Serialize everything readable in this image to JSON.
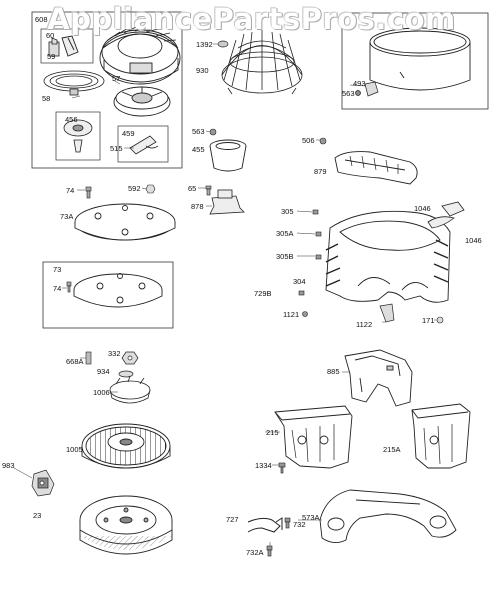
{
  "watermark": "AppliancePartsPros.com",
  "parts": [
    {
      "id": "p608",
      "label": "608"
    },
    {
      "id": "p60",
      "label": "60"
    },
    {
      "id": "p59",
      "label": "59"
    },
    {
      "id": "p57",
      "label": "57"
    },
    {
      "id": "p58",
      "label": "58"
    },
    {
      "id": "p456",
      "label": "456"
    },
    {
      "id": "p459",
      "label": "459"
    },
    {
      "id": "p515",
      "label": "515"
    },
    {
      "id": "p1392",
      "label": "1392"
    },
    {
      "id": "p930",
      "label": "930"
    },
    {
      "id": "p493",
      "label": "493"
    },
    {
      "id": "p563",
      "label": "563"
    },
    {
      "id": "p563b",
      "label": "563"
    },
    {
      "id": "p455",
      "label": "455"
    },
    {
      "id": "p506",
      "label": "506"
    },
    {
      "id": "p879",
      "label": "879"
    },
    {
      "id": "p74",
      "label": "74"
    },
    {
      "id": "p592",
      "label": "592"
    },
    {
      "id": "p65",
      "label": "65"
    },
    {
      "id": "p878",
      "label": "878"
    },
    {
      "id": "p73A",
      "label": "73A"
    },
    {
      "id": "p305",
      "label": "305"
    },
    {
      "id": "p1046a",
      "label": "1046"
    },
    {
      "id": "p1046b",
      "label": "1046"
    },
    {
      "id": "p305A",
      "label": "305A"
    },
    {
      "id": "p305B",
      "label": "305B"
    },
    {
      "id": "p304",
      "label": "304"
    },
    {
      "id": "p729B",
      "label": "729B"
    },
    {
      "id": "p1121",
      "label": "1121"
    },
    {
      "id": "p1122",
      "label": "1122"
    },
    {
      "id": "p171",
      "label": "171"
    },
    {
      "id": "p73",
      "label": "73"
    },
    {
      "id": "p74b",
      "label": "74"
    },
    {
      "id": "p668A",
      "label": "668A"
    },
    {
      "id": "p332",
      "label": "332"
    },
    {
      "id": "p934",
      "label": "934"
    },
    {
      "id": "p1006",
      "label": "1006"
    },
    {
      "id": "p885",
      "label": "885"
    },
    {
      "id": "p1005",
      "label": "1005"
    },
    {
      "id": "p215",
      "label": "215"
    },
    {
      "id": "p215A",
      "label": "215A"
    },
    {
      "id": "p983",
      "label": "983"
    },
    {
      "id": "p1334",
      "label": "1334"
    },
    {
      "id": "p23",
      "label": "23"
    },
    {
      "id": "p727",
      "label": "727"
    },
    {
      "id": "p732",
      "label": "732"
    },
    {
      "id": "p573A",
      "label": "573A"
    },
    {
      "id": "p732A",
      "label": "732A"
    }
  ]
}
